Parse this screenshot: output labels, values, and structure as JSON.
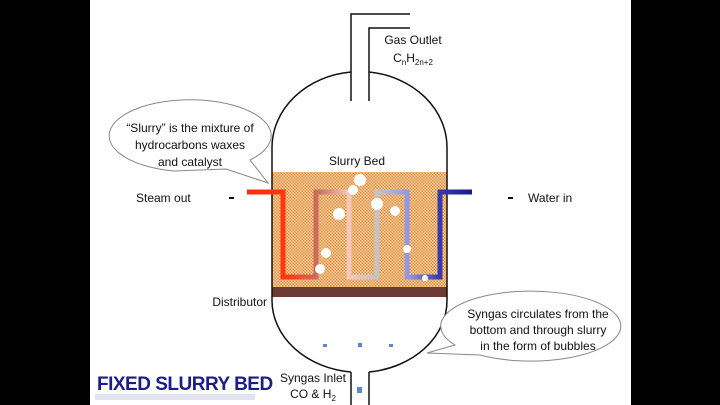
{
  "slide": {
    "title": "FIXED SLURRY BED",
    "gas_outlet": {
      "label": "Gas Outlet",
      "formula_c": "C",
      "formula_n": "n",
      "formula_h": "H",
      "formula_sub": "2n+2"
    },
    "slurry_bed_label": "Slurry Bed",
    "steam_out_label": "Steam out",
    "water_in_label": "Water in",
    "distributor_label": "Distributor",
    "syngas_inlet": {
      "label": "Syngas Inlet",
      "formula_main": "CO & H",
      "formula_sub": "2"
    },
    "callout_left": {
      "lines": [
        "“Slurry” is the mixture of",
        "hydrocarbons waxes",
        "and catalyst"
      ]
    },
    "callout_right": {
      "lines": [
        "Syngas circulates from the",
        "bottom and through slurry",
        "in the form of bubbles"
      ]
    }
  },
  "colors": {
    "hot": "#ff2a10",
    "cold": "#1a1a90",
    "distributor": "#6b3a34",
    "title": "#1c1c8a"
  }
}
